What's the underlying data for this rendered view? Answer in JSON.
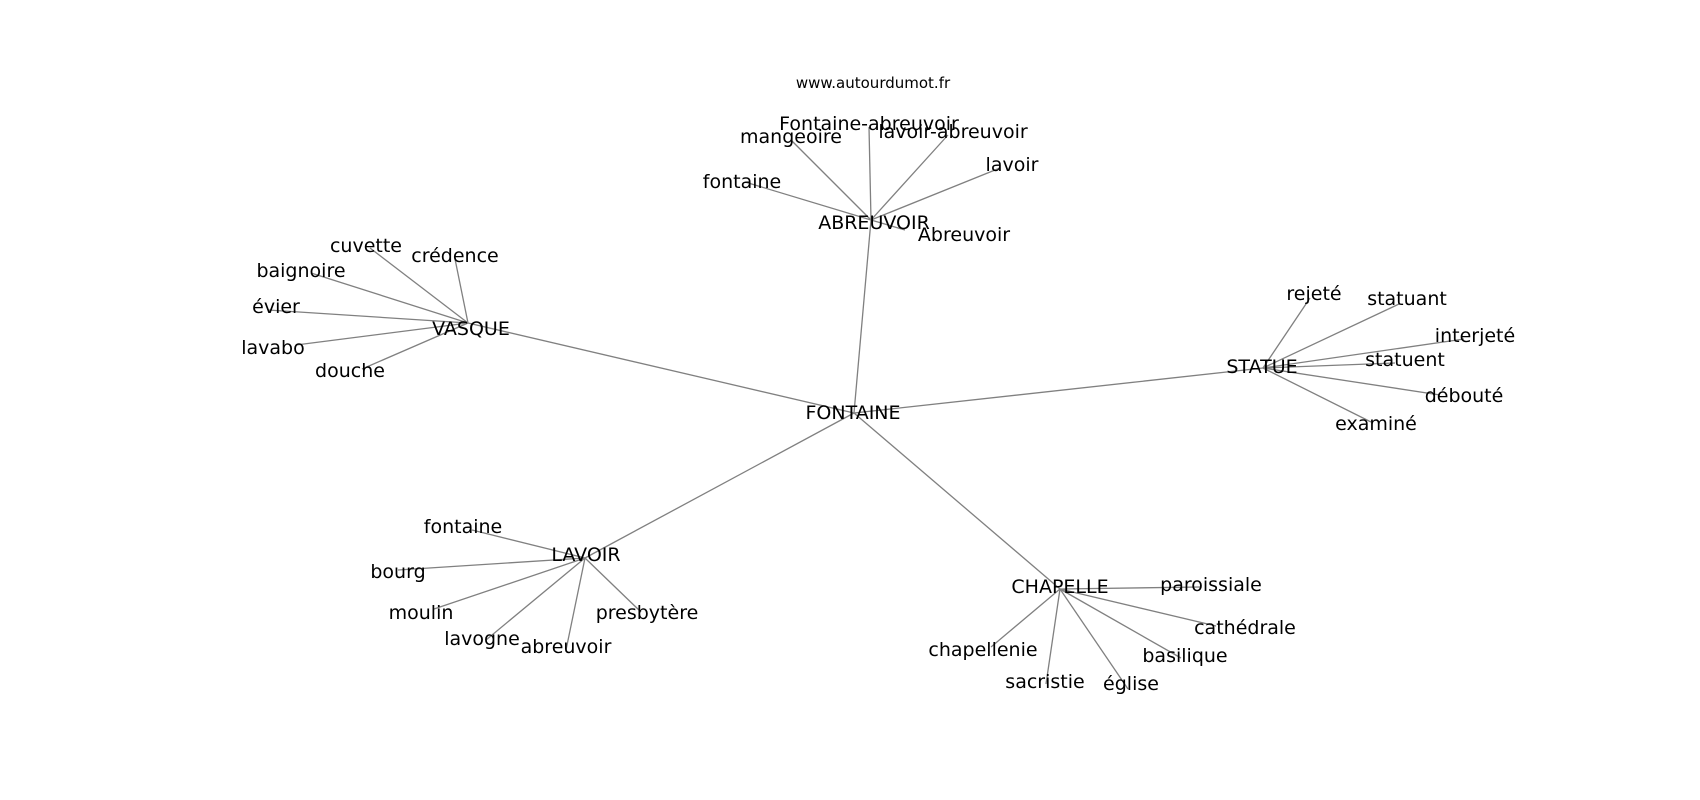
{
  "source": "www.autourdumot.fr",
  "center": {
    "id": "fontaine_center",
    "label": "FONTAINE"
  },
  "hubs": [
    {
      "id": "abreuvoir",
      "label": "ABREUVOIR",
      "leaves": [
        "Fontaine-abreuvoir",
        "mangeoire",
        "lavoir-abreuvoir",
        "lavoir",
        "fontaine",
        "Abreuvoir"
      ]
    },
    {
      "id": "vasque",
      "label": "VASQUE",
      "leaves": [
        "cuvette",
        "crédence",
        "baignoire",
        "évier",
        "lavabo",
        "douche"
      ]
    },
    {
      "id": "statue",
      "label": "STATUE",
      "leaves": [
        "rejeté",
        "statuant",
        "interjeté",
        "statuent",
        "débouté",
        "examiné"
      ]
    },
    {
      "id": "lavoir",
      "label": "LAVOIR",
      "leaves": [
        "fontaine",
        "bourg",
        "moulin",
        "lavogne",
        "abreuvoir",
        "presbytère"
      ]
    },
    {
      "id": "chapelle",
      "label": "CHAPELLE",
      "leaves": [
        "paroissiale",
        "cathédrale",
        "basilique",
        "église",
        "sacristie",
        "chapellenie"
      ]
    }
  ]
}
